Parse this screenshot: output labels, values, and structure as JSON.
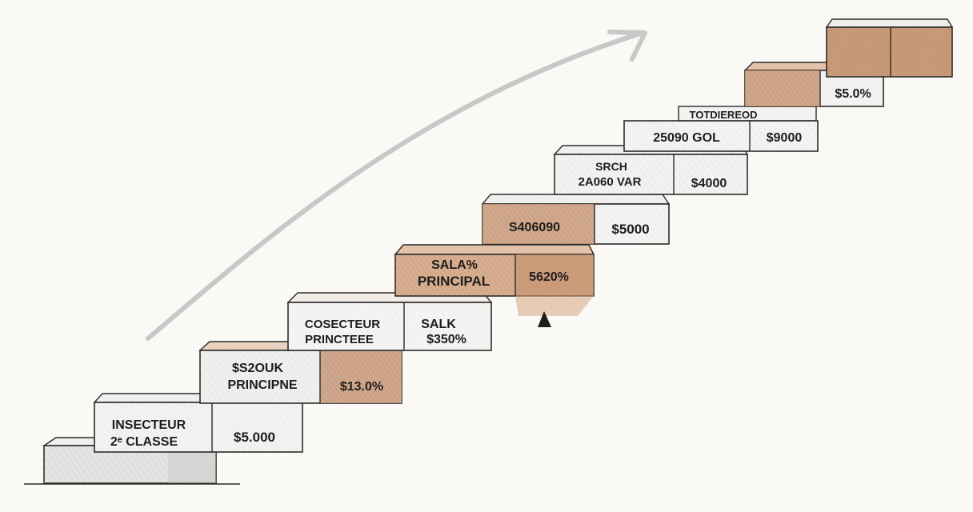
{
  "colors": {
    "background": "#faf9f6",
    "gray_face": "#e4e4e2",
    "gray_top": "#efefed",
    "tan_face": "#c99a7a",
    "tan_top": "#d9b59a",
    "ink": "#2a2a2a",
    "arrow": "#c8c8c8"
  },
  "steps": [
    {
      "lines": [],
      "value": "",
      "tone": "gray"
    },
    {
      "lines": [
        "INSECTEUR",
        "2ᵉ CLASSE"
      ],
      "value": "$5.000",
      "tone": "gray"
    },
    {
      "lines": [
        "$S2OUK",
        "PRINCIPNE"
      ],
      "value": "$13.0%",
      "tone": "tan-right"
    },
    {
      "lines": [
        "COSECTEUR",
        "PRINCTEEE"
      ],
      "value_lines": [
        "SALK",
        "$350%"
      ],
      "tone": "gray"
    },
    {
      "lines": [
        "SALA%",
        "PRINCIPAL"
      ],
      "value": "5620%",
      "tone": "tan"
    },
    {
      "lines": [
        "S406090"
      ],
      "value": "$5000",
      "tone": "tan-left"
    },
    {
      "lines": [
        "SRCH",
        "2A060 VAR"
      ],
      "value": "$4000",
      "tone": "gray"
    },
    {
      "lines": [
        "25090 GOL"
      ],
      "value": "$9000",
      "tone": "gray",
      "top_label": "TOTDIEREOD"
    },
    {
      "lines": [],
      "value": "$5.0%",
      "tone": "tan-left"
    },
    {
      "lines": [],
      "value": "",
      "tone": "tan"
    }
  ]
}
